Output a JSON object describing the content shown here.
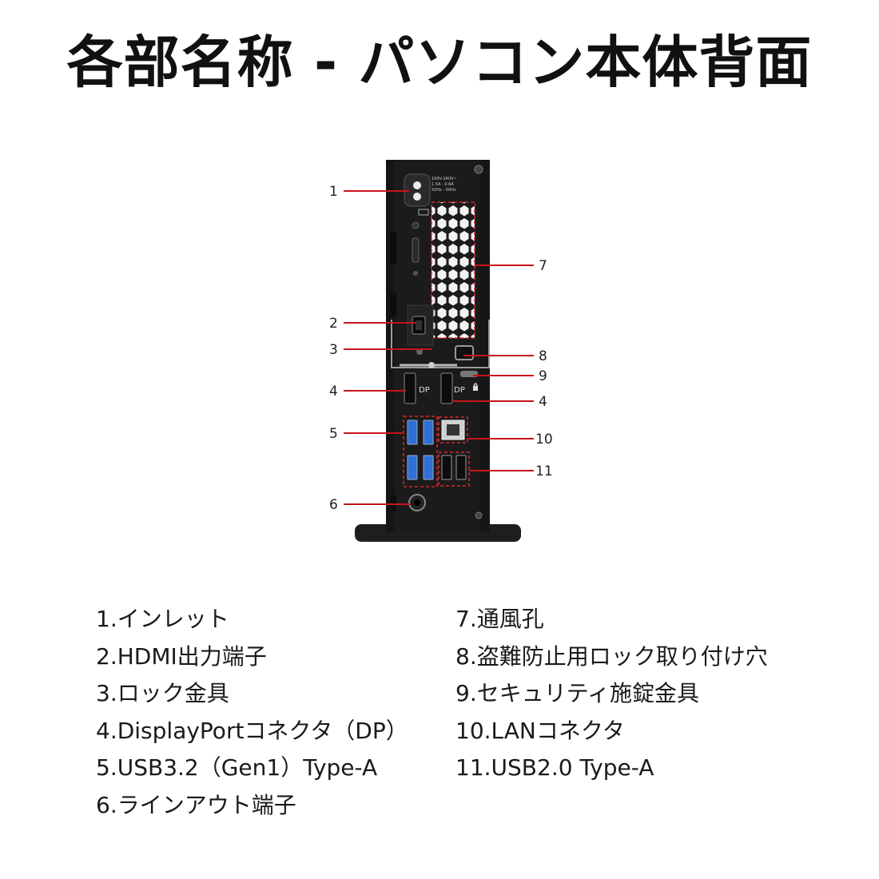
{
  "title": "各部名称 - パソコン本体背面",
  "callouts": [
    "1",
    "2",
    "3",
    "4",
    "5",
    "6",
    "7",
    "8",
    "9",
    "4",
    "10",
    "11"
  ],
  "port_labels": {
    "dp_left": "DP",
    "dp_right": "DP",
    "power_spec": [
      "100V-240V~",
      "1.5A - 0.6A",
      "50Hz - 60Hz"
    ]
  },
  "legend": {
    "left": [
      "1.インレット",
      "2.HDMI出力端子",
      "3.ロック金具",
      "4.DisplayPortコネクタ（DP）",
      "5.USB3.2（Gen1）Type-A",
      "6.ラインアウト端子"
    ],
    "right": [
      "7.通風孔",
      "8.盗難防止用ロック取り付け穴",
      "9.セキュリティ施錠金具",
      "10.LANコネクタ",
      "11.USB2.0 Type-A"
    ]
  },
  "colors": {
    "callout_line": "#c8141c",
    "chassis": "#1b1b1b",
    "usb3_blue": "#2f6fd6"
  }
}
